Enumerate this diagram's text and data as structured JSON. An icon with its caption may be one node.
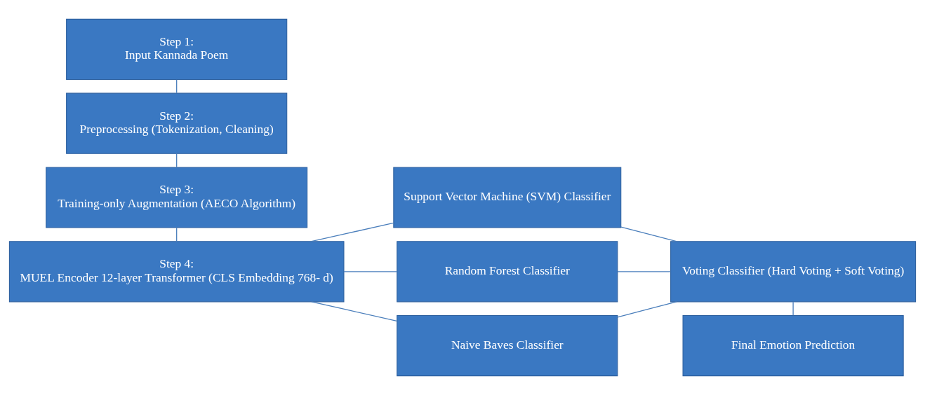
{
  "diagram": {
    "nodes": [
      {
        "text": [
          "Step 1:",
          "Input Kannada Poem"
        ]
      },
      {
        "text": [
          "Step 2:",
          "Preprocessing (Tokenization, Cleaning)"
        ]
      },
      {
        "text": [
          "Step 3:",
          "Training-only Augmentation (AECO Algorithm)"
        ]
      },
      {
        "text": [
          "Step 4:",
          "MUEL Encoder 12-layer Transformer (CLS Embedding 768- d)"
        ]
      },
      {
        "text": [
          "Support Vector Machine (SVM) Classifier"
        ]
      },
      {
        "text": [
          "Random Forest Classifier"
        ]
      },
      {
        "text": [
          "Naive Baves Classifier"
        ]
      },
      {
        "text": [
          "Voting Classifier (Hard Voting + Soft Voting)"
        ]
      },
      {
        "text": [
          "Final Emotion Prediction"
        ]
      }
    ],
    "edges": [
      {
        "from": 0,
        "to": 1,
        "arrow": "none"
      },
      {
        "from": 1,
        "to": 2,
        "arrow": "none"
      },
      {
        "from": 2,
        "to": 3,
        "arrow": "none"
      },
      {
        "from": 3,
        "to": 4,
        "arrow": "none"
      },
      {
        "from": 3,
        "to": 5,
        "arrow": "none"
      },
      {
        "from": 3,
        "to": 6,
        "arrow": "none"
      },
      {
        "from": 4,
        "to": 7,
        "arrow": "none"
      },
      {
        "from": 5,
        "to": 7,
        "arrow": "none"
      },
      {
        "from": 6,
        "to": 7,
        "arrow": "none"
      },
      {
        "from": 7,
        "to": 8,
        "arrow": "none"
      }
    ]
  }
}
